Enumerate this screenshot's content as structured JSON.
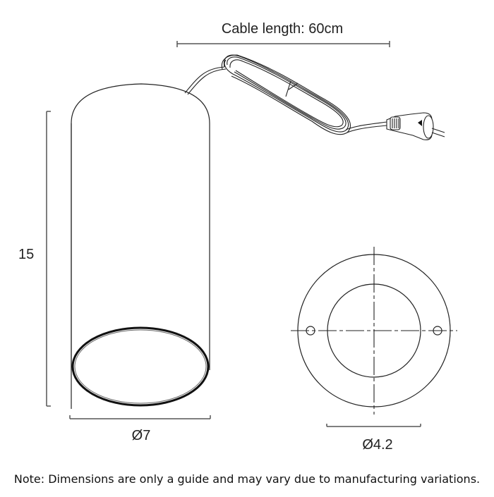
{
  "diagram": {
    "title": "Cylinder surface-mounted downlight dimension drawing",
    "colors": {
      "line": "#222222",
      "dimension_line": "#555555",
      "background": "#ffffff"
    },
    "dimensions": {
      "cable_length": "Cable length: 60cm",
      "height": "15",
      "body_diameter": "Ø7",
      "mount_plate_diameter": "Ø4.2"
    },
    "components": [
      {
        "name": "cylinder-body",
        "label": "Cylindrical lamp body (side view)"
      },
      {
        "name": "power-cable",
        "label": "Coiled power cable with twist tie"
      },
      {
        "name": "plug",
        "label": "Two-pin plug"
      },
      {
        "name": "mounting-plate",
        "label": "Circular mounting plate (top view) with two screw holes"
      }
    ],
    "note": "Note: Dimensions are only a guide and may vary due to manufacturing variations."
  }
}
